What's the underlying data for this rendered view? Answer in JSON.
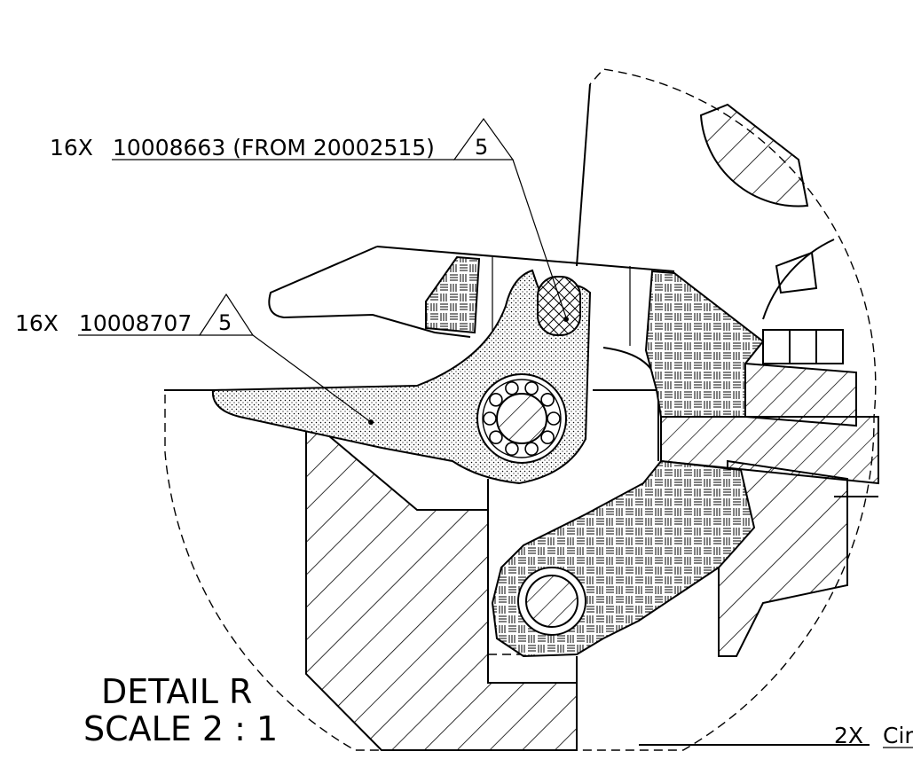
{
  "detail": {
    "title": "DETAIL R",
    "scale": "SCALE 2 : 1"
  },
  "callouts": [
    {
      "qty": "16X",
      "part": "10008663 (FROM 20002515)",
      "note": "5"
    },
    {
      "qty": "16X",
      "part": "10008707",
      "note": "5"
    },
    {
      "qty": "2X",
      "part": "Cir"
    }
  ]
}
